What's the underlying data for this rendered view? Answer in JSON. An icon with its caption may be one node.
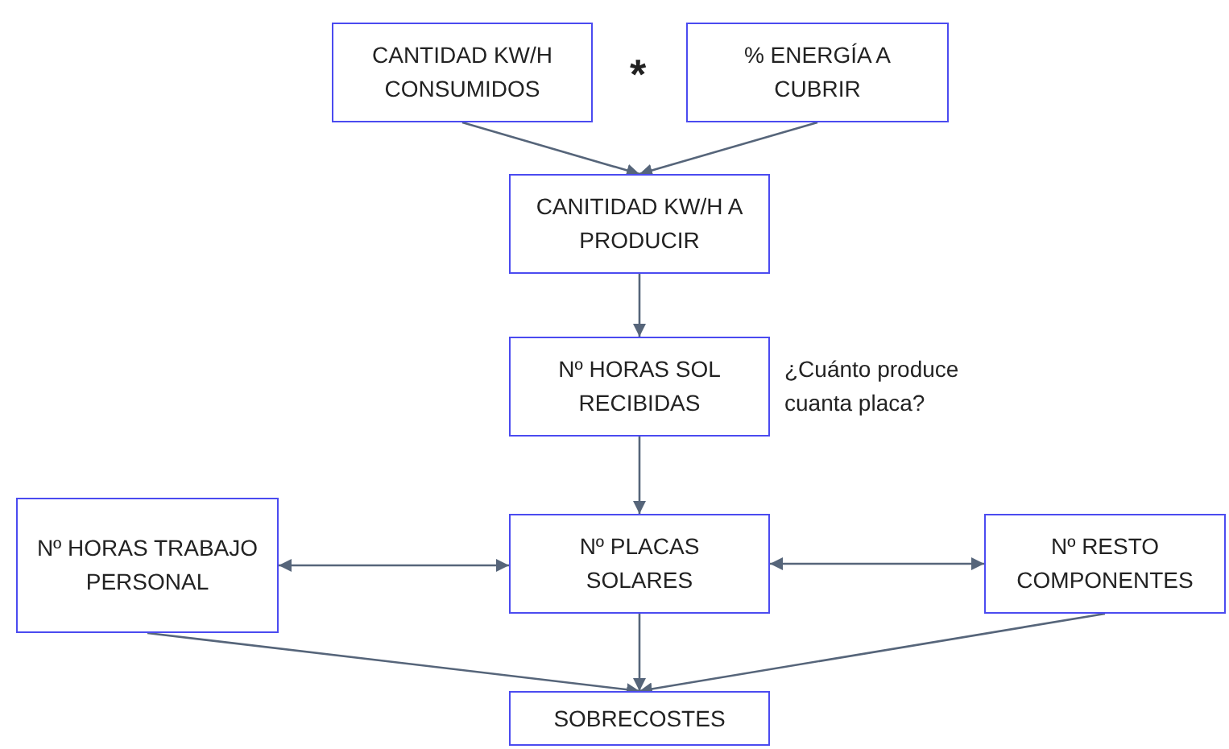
{
  "diagram": {
    "nodes": [
      {
        "text": [
          "CANTIDAD KW/H CONSUMIDOS"
        ]
      },
      {
        "text": [
          "% ENERGÍA A CUBRIR"
        ]
      },
      {
        "text": [
          "CANITIDAD KW/H A PRODUCIR"
        ]
      },
      {
        "text": [
          "Nº HORAS SOL RECIBIDAS"
        ],
        "beside": [
          "¿Cuánto produce cuanta placa?"
        ]
      },
      {
        "text": [
          "Nº HORAS TRABAJO PERSONAL"
        ]
      },
      {
        "text": [
          "Nº PLACAS SOLARES"
        ]
      },
      {
        "text": [
          "Nº RESTO COMPONENTES"
        ]
      },
      {
        "text": [
          "SOBRECOSTES"
        ]
      }
    ],
    "edges": [
      {
        "from": 0,
        "to": 2,
        "arrow": "to"
      },
      {
        "from": 1,
        "to": 2,
        "arrow": "to"
      },
      {
        "from": 2,
        "to": 3,
        "arrow": "to"
      },
      {
        "from": 3,
        "to": 5,
        "arrow": "to"
      },
      {
        "from": 5,
        "to": 4,
        "arrow": "both"
      },
      {
        "from": 5,
        "to": 6,
        "arrow": "both"
      },
      {
        "from": 4,
        "to": 7,
        "arrow": "to"
      },
      {
        "from": 5,
        "to": 7,
        "arrow": "to"
      },
      {
        "from": 6,
        "to": 7,
        "arrow": "to"
      }
    ],
    "labels": [
      "*"
    ]
  }
}
